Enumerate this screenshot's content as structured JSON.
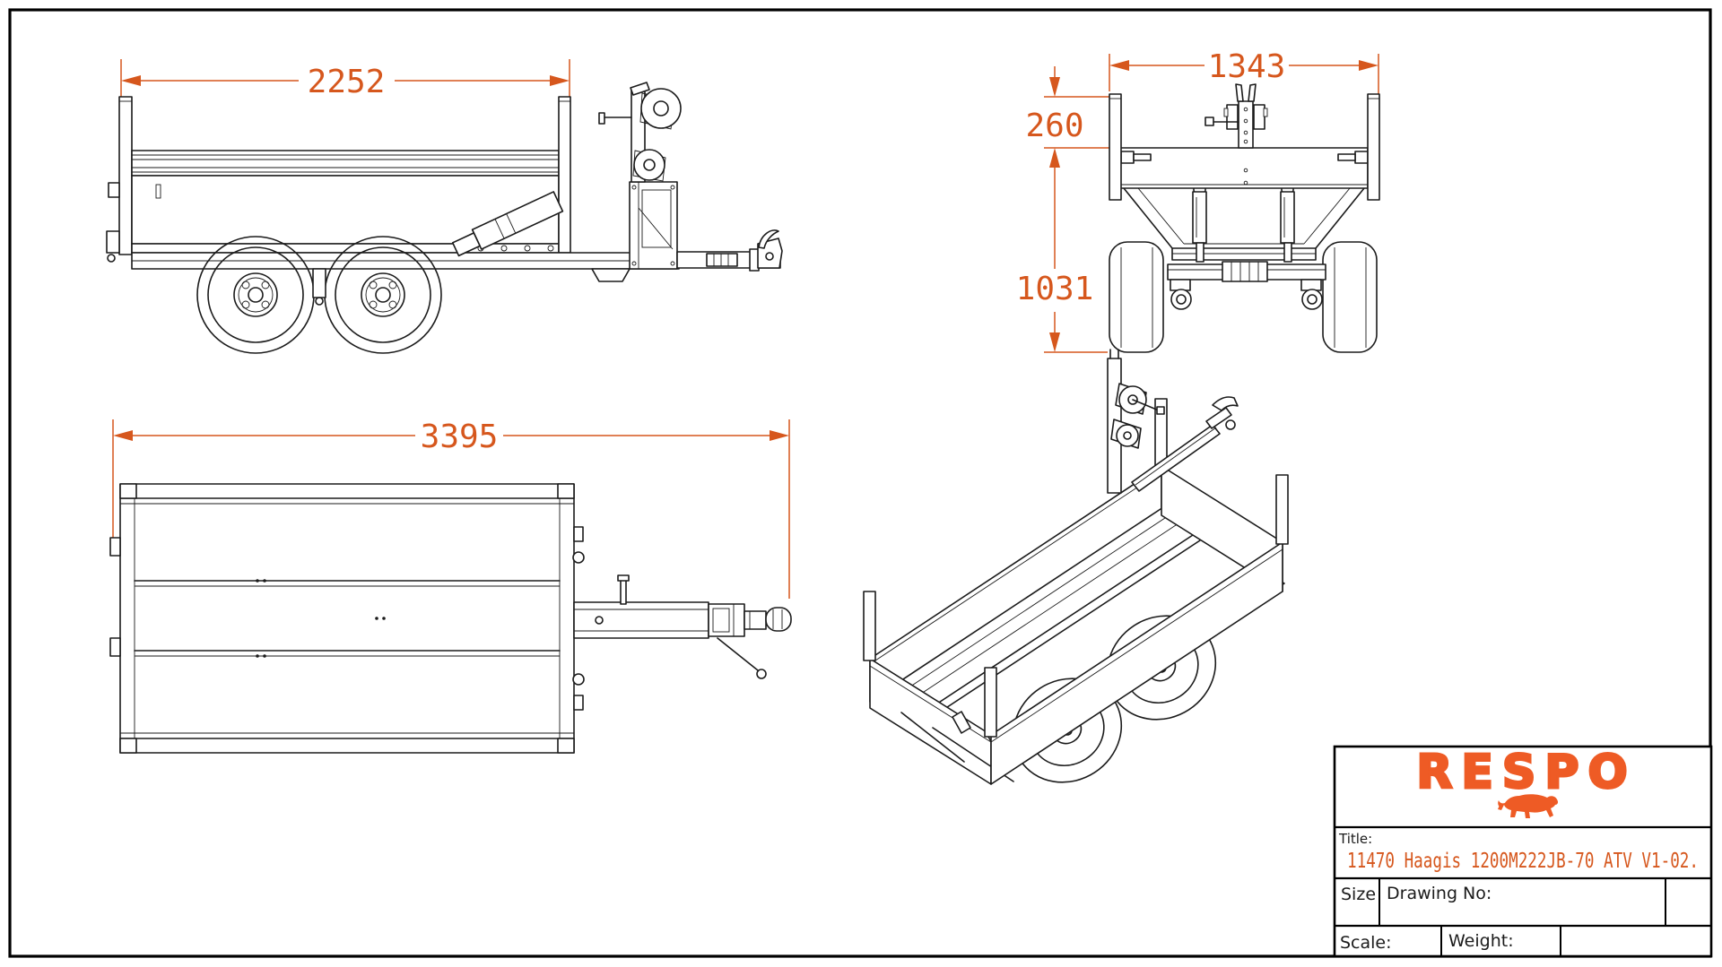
{
  "page": {
    "background": "#ffffff",
    "border_color": "#000000"
  },
  "colors": {
    "dimension_orange": "#d6571d",
    "logo_orange": "#ee5b25",
    "line_black": "#1b1b1b"
  },
  "views": {
    "side": {
      "dim_length": "2252"
    },
    "rear": {
      "dim_width": "1343",
      "dim_stake_height": "260",
      "dim_body_height": "1031"
    },
    "top": {
      "dim_total_length": "3395"
    },
    "iso": {}
  },
  "title_block": {
    "logo_text": "RESPO",
    "logo_icon": "bull-icon",
    "title_label": "Title:",
    "title_value": "11470 Haagis 1200M222JB-70 ATV V1-02.",
    "size_label": "Size",
    "drawing_no_label": "Drawing No:",
    "scale_label": "Scale:",
    "weight_label": "Weight:"
  }
}
